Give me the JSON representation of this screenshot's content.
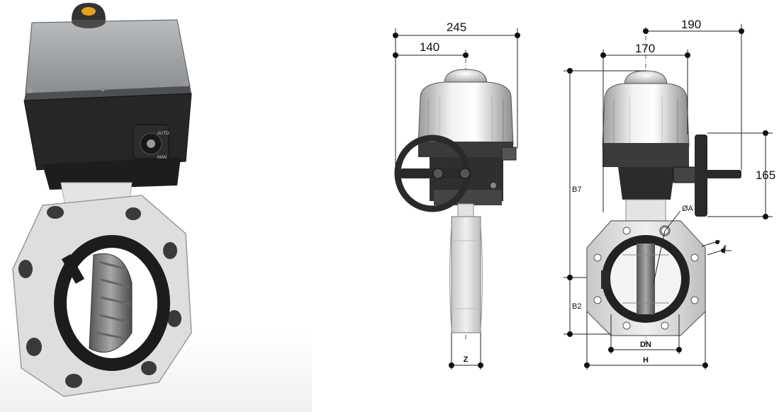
{
  "product_photo": {
    "knob_labels": [
      "AUTO",
      "MAN"
    ]
  },
  "side_view": {
    "dims": {
      "overall_width": "245",
      "handwheel_offset": "140",
      "face_width": "Z"
    }
  },
  "front_view": {
    "dims": {
      "top_width": "170",
      "handwheel_reach": "190",
      "handwheel_height": "165",
      "upper_height": "B7",
      "lower_height": "B2",
      "bore_diameter": "DN",
      "flange_width": "H",
      "bolt_hole": "ØA",
      "flange_offset": "f"
    }
  },
  "colors": {
    "housing_grey": "#8b8e91",
    "housing_black": "#2a2a2a",
    "valve_body": "#dcdcdc",
    "seal_black": "#1c1c1c",
    "indicator_yellow": "#e8a317"
  }
}
